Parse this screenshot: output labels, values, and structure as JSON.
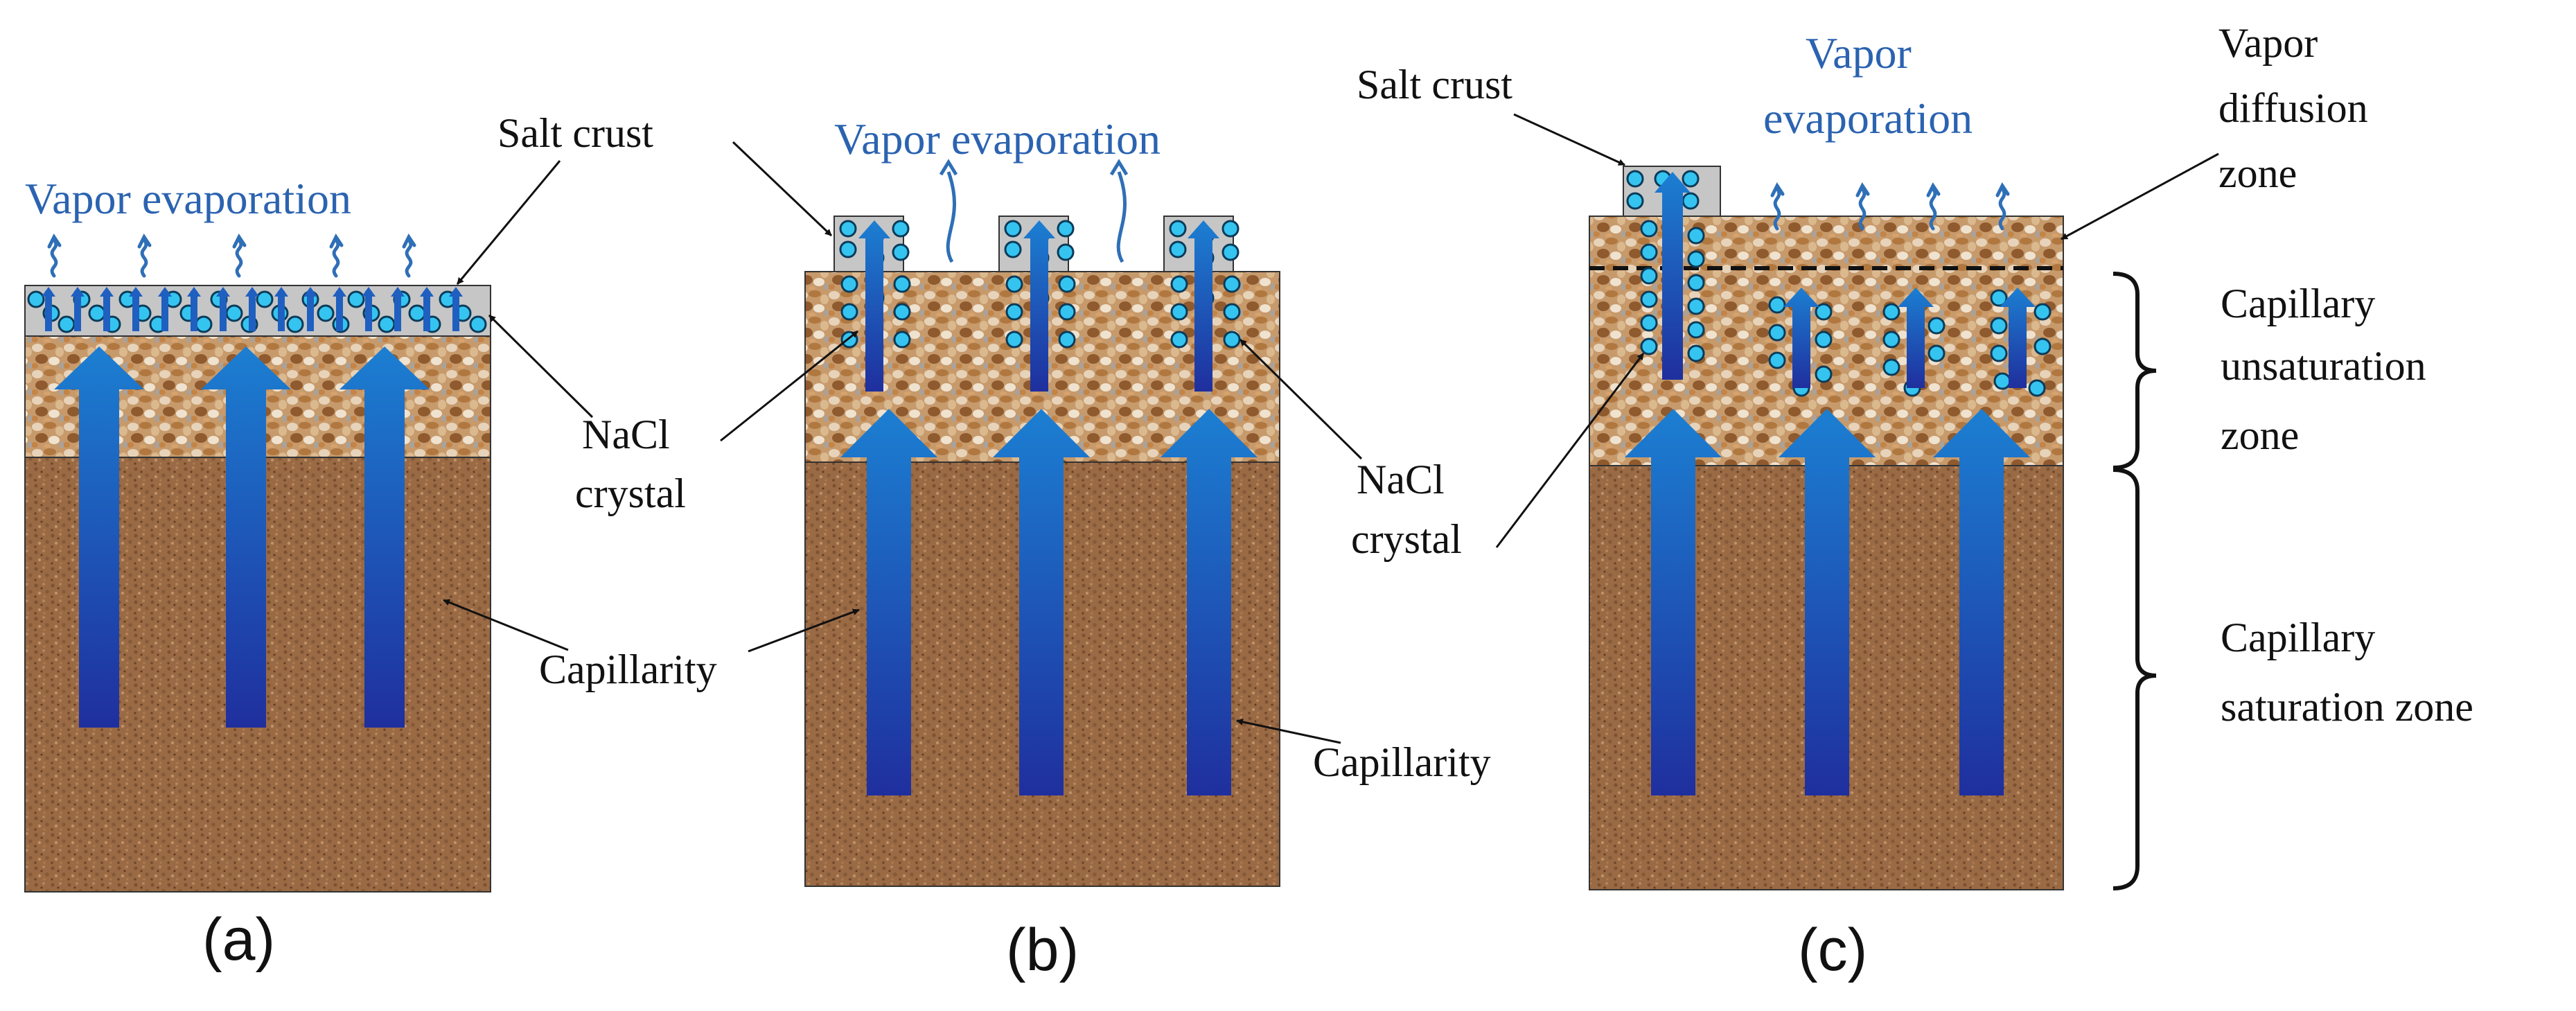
{
  "colors": {
    "vapor_text": "#2b63b0",
    "vapor_wave": "#2f6fb6",
    "arrow_top": "#1c7fd2",
    "arrow_bottom": "#1f2f9e",
    "crystal": "#35c4f0",
    "crust": "#c6c6c6",
    "dry_soil": "#c79a6c",
    "wet_soil": "#9a6a45",
    "label_text": "#111111"
  },
  "panel_a": {
    "vapor_label": "Vapor evaporation",
    "salt_crust_label": "Salt crust",
    "nacl_label_line1": "NaCl",
    "nacl_label_line2": "crystal",
    "capillarity_label": "Capillarity",
    "panel_label": "(a)"
  },
  "panel_b": {
    "vapor_label": "Vapor evaporation",
    "nacl_label_line1": "NaCl",
    "nacl_label_line2": "crystal",
    "capillarity_label": "Capillarity",
    "panel_label": "(b)"
  },
  "panel_c": {
    "salt_crust_label": "Salt crust",
    "vapor_label_line1": "Vapor",
    "vapor_label_line2": "evaporation",
    "diffusion_label_line1": "Vapor",
    "diffusion_label_line2": "diffusion",
    "diffusion_label_line3": "zone",
    "unsat_label_line1": "Capillary",
    "unsat_label_line2": "unsaturation",
    "unsat_label_line3": "zone",
    "sat_label_line1": "Capillary",
    "sat_label_line2": "saturation zone",
    "panel_label": "(c)"
  }
}
